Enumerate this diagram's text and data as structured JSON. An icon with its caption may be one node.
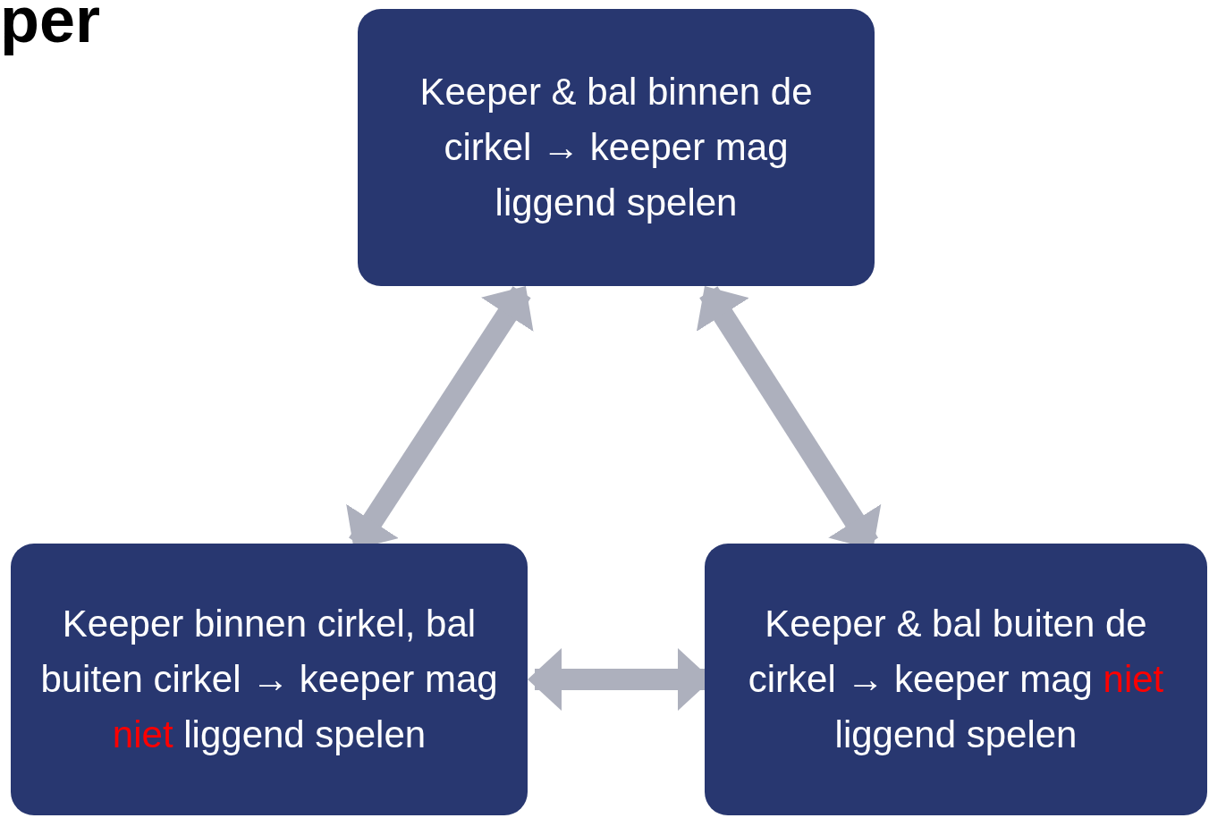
{
  "diagram": {
    "title": "per",
    "nodes": [
      {
        "text": [
          "Keeper & bal binnen de cirkel → keeper mag liggend spelen"
        ]
      },
      {
        "text": [
          "Keeper binnen cirkel, bal buiten cirkel → keeper mag *niet* liggend spelen"
        ]
      },
      {
        "text": [
          "Keeper & bal buiten de cirkel → keeper mag *niet* liggend spelen"
        ]
      }
    ],
    "edges": [
      {
        "from": 0,
        "to": 1,
        "arrow": "both"
      },
      {
        "from": 0,
        "to": 2,
        "arrow": "both"
      },
      {
        "from": 1,
        "to": 2,
        "arrow": "both"
      }
    ]
  }
}
